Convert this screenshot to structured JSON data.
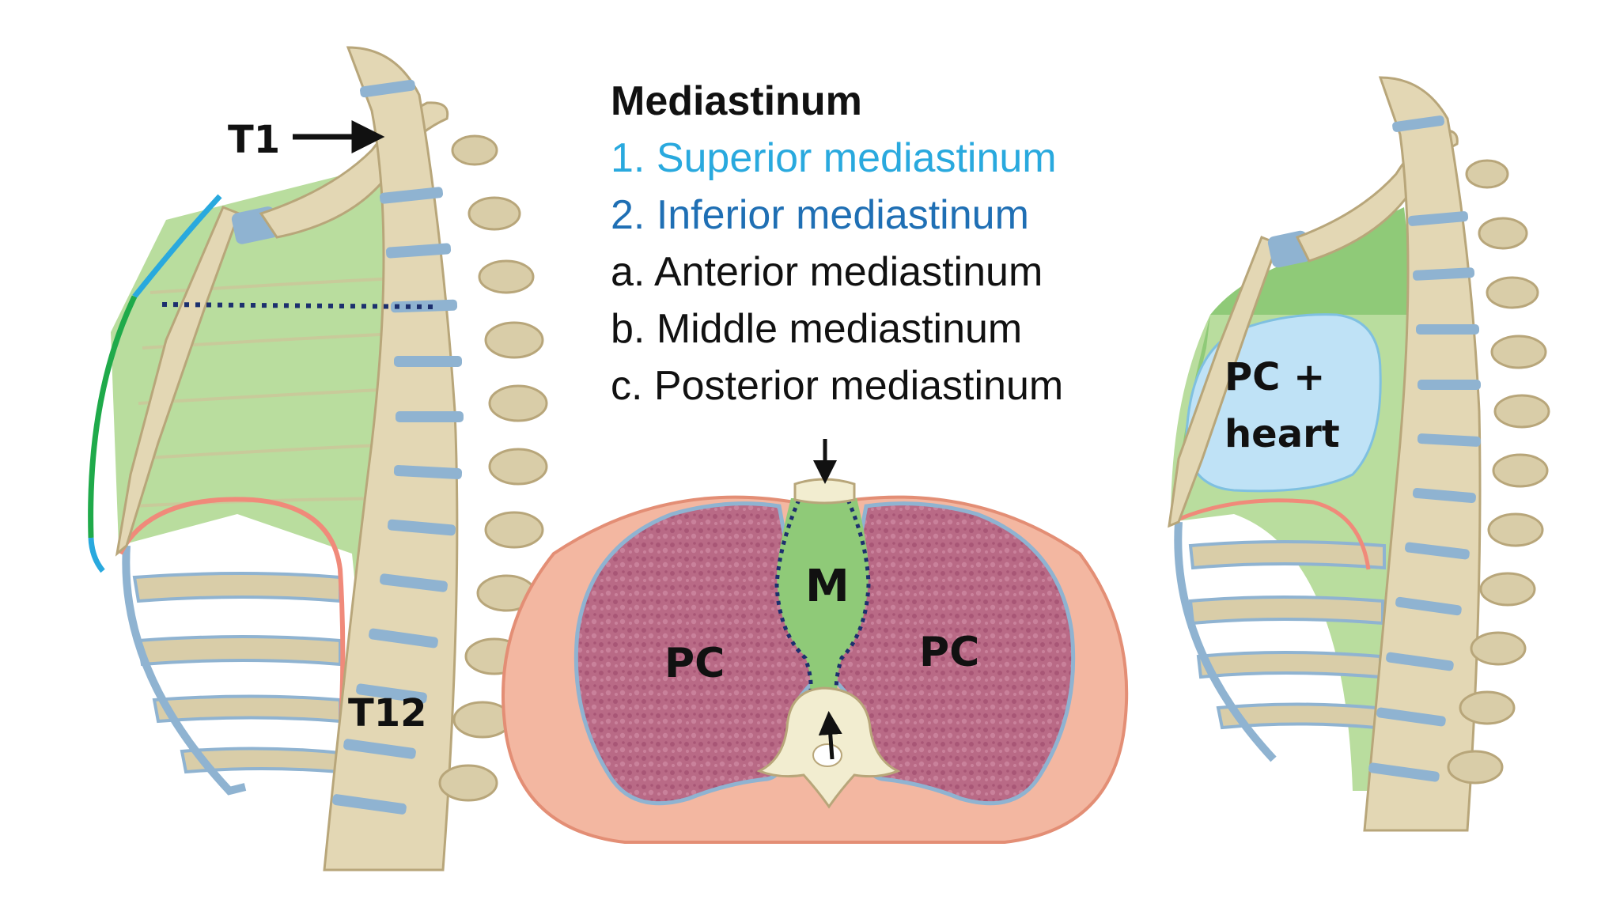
{
  "legend": {
    "title": "Mediastinum",
    "items": [
      {
        "text": "1. Superior mediastinum",
        "color": "#29a9de"
      },
      {
        "text": "2. Inferior mediastinum",
        "color": "#1f6fb4"
      },
      {
        "text": "a. Anterior mediastinum",
        "color": "#111111"
      },
      {
        "text": "b. Middle mediastinum",
        "color": "#111111"
      },
      {
        "text": "c. Posterior mediastinum",
        "color": "#111111"
      }
    ]
  },
  "labels": {
    "t1": "T1",
    "t12": "T12",
    "m": "M",
    "pc_left": "PC",
    "pc_right": "PC",
    "pc_heart_line1": "PC +",
    "pc_heart_line2": "heart"
  },
  "colors": {
    "bone": "#e3d7b4",
    "bone_dark": "#b8a67a",
    "disc": "#8fb3d1",
    "mediastinum_green": "#b9dd9e",
    "superior_green": "#8fca78",
    "pleural_cavity": "#b96a86",
    "pericardium_blue": "#bfe2f6",
    "skin": "#f3b7a1",
    "superior_line": "#29a9de",
    "inferior_line": "#1faa4a",
    "diaphragm": "#f08a7a",
    "dotted_line": "#1c2f6e"
  }
}
